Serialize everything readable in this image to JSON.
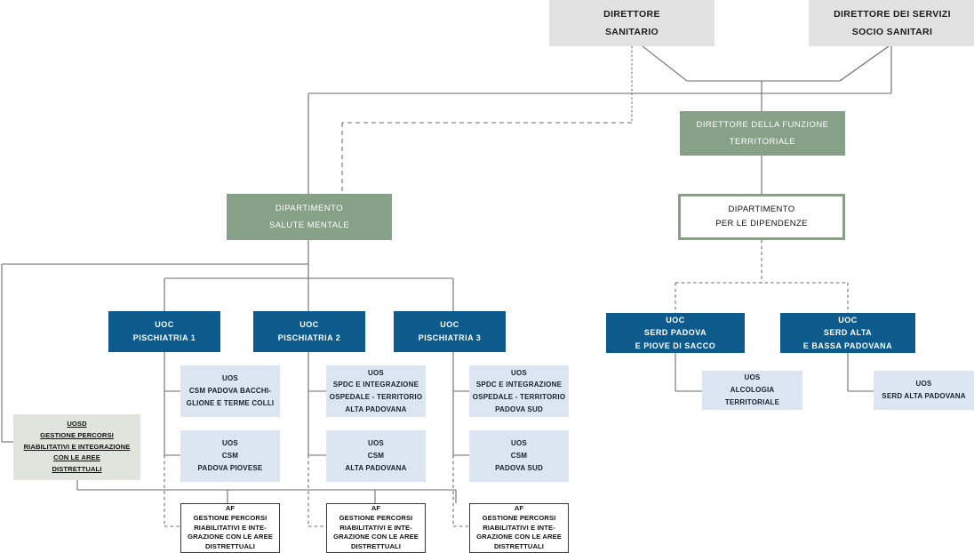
{
  "diagram": {
    "title": "Organigramma Dipartimento Salute Mentale e Dipendenze",
    "palette": {
      "grey_box": "#e2e2e2",
      "green_fill": "#86a188",
      "green_border": "#86a188",
      "blue_fill": "#0d5b8c",
      "light_blue_fill": "#dce6f2",
      "pale_green_fill": "#dfe5dd",
      "white_fill": "#ffffff",
      "line_color": "#6b6b6b",
      "text_dark": "#111111",
      "text_light": "#ffffff"
    }
  },
  "nodes": {
    "direttore_sanitario": {
      "line1": "DIRETTORE",
      "line2": "SANITARIO"
    },
    "direttore_servizi_socio_sanitari": {
      "line1": "DIRETTORE DEI SERVIZI",
      "line2": "SOCIO SANITARI"
    },
    "direttore_funzione_territoriale": {
      "line1": "DIRETTORE DELLA FUNZIONE",
      "line2": "TERRITORIALE"
    },
    "dipartimento_salute_mentale": {
      "line1": "DIPARTIMENTO",
      "line2": "SALUTE MENTALE"
    },
    "dipartimento_dipendenze": {
      "line1": "DIPARTIMENTO",
      "line2": "PER LE DIPENDENZE"
    },
    "uoc_pischiatria_1": {
      "line1": "UOC",
      "line2": "PISCHIATRIA 1"
    },
    "uoc_pischiatria_2": {
      "line1": "UOC",
      "line2": "PISCHIATRIA 2"
    },
    "uoc_pischiatria_3": {
      "line1": "UOC",
      "line2": "PISCHIATRIA 3"
    },
    "uoc_serd_padova_piove": {
      "line1": "UOC",
      "line2": "SERD PADOVA",
      "line3": "E PIOVE DI SACCO"
    },
    "uoc_serd_alta_bassa_padovana": {
      "line1": "UOC",
      "line2": "SERD ALTA",
      "line3": "E BASSA PADOVANA"
    },
    "uos_csm_padova_bacchiglione": {
      "line1": "UOS",
      "line2": "CSM PADOVA BACCHI-",
      "line3": "GLIONE E TERME COLLI"
    },
    "uos_csm_padova_piovese": {
      "line1": "UOS",
      "line2": "CSM",
      "line3": "PADOVA PIOVESE"
    },
    "uos_spdc_alta_padovana": {
      "line1": "UOS",
      "line2": "SPDC E INTEGRAZIONE",
      "line3": "OSPEDALE - TERRITORIO",
      "line4": "ALTA PADOVANA"
    },
    "uos_csm_alta_padovana": {
      "line1": "UOS",
      "line2": "CSM",
      "line3": "ALTA PADOVANA"
    },
    "uos_spdc_padova_sud": {
      "line1": "UOS",
      "line2": "SPDC E INTEGRAZIONE",
      "line3": "OSPEDALE - TERRITORIO",
      "line4": "PADOVA SUD"
    },
    "uos_csm_padova_sud": {
      "line1": "UOS",
      "line2": "CSM",
      "line3": "PADOVA SUD"
    },
    "uos_alcologia_territoriale": {
      "line1": "UOS",
      "line2": "ALCOLOGIA",
      "line3": "TERRITORIALE"
    },
    "uos_serd_alta_padovana": {
      "line1": "UOS",
      "line2": "SERD ALTA PADOVANA"
    },
    "uosd_gestione_percorsi": {
      "line1": "UOSD",
      "line2": "GESTIONE PERCORSI",
      "line3": "RIABILITATIVI E INTEGRAZIONE",
      "line4": "CON LE AREE",
      "line5": "DISTRETTUALI"
    },
    "af_gestione_percorsi_1": {
      "line1": "AF",
      "line2": "GESTIONE PERCORSI",
      "line3": "RIABILITATIVI E INTE-",
      "line4": "GRAZIONE CON LE AREE",
      "line5": "DISTRETTUALI"
    },
    "af_gestione_percorsi_2": {
      "line1": "AF",
      "line2": "GESTIONE PERCORSI",
      "line3": "RIABILITATIVI E INTE-",
      "line4": "GRAZIONE CON LE AREE",
      "line5": "DISTRETTUALI"
    },
    "af_gestione_percorsi_3": {
      "line1": "AF",
      "line2": "GESTIONE PERCORSI",
      "line3": "RIABILITATIVI E INTE-",
      "line4": "GRAZIONE CON LE AREE",
      "line5": "DISTRETTUALI"
    }
  }
}
